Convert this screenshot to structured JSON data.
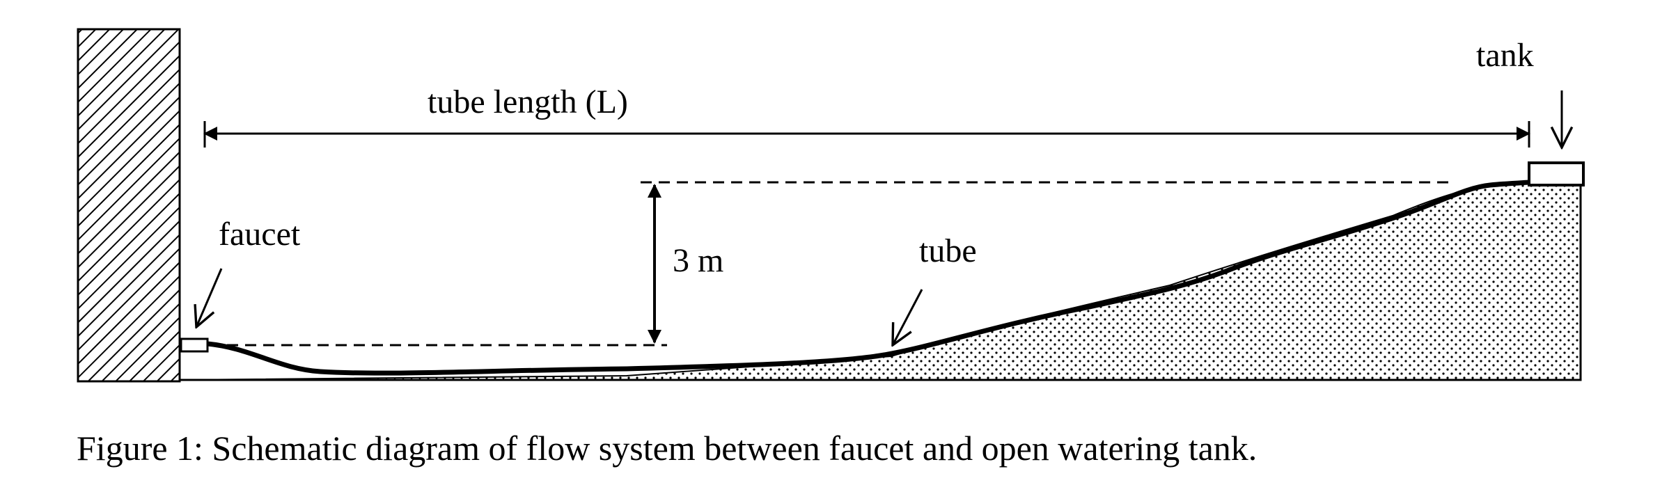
{
  "labels": {
    "tube_length": "tube length (L)",
    "tank": "tank",
    "faucet": "faucet",
    "height": "3 m",
    "tube": "tube"
  },
  "caption": "Figure 1:  Schematic diagram of flow system between faucet and open watering tank."
}
